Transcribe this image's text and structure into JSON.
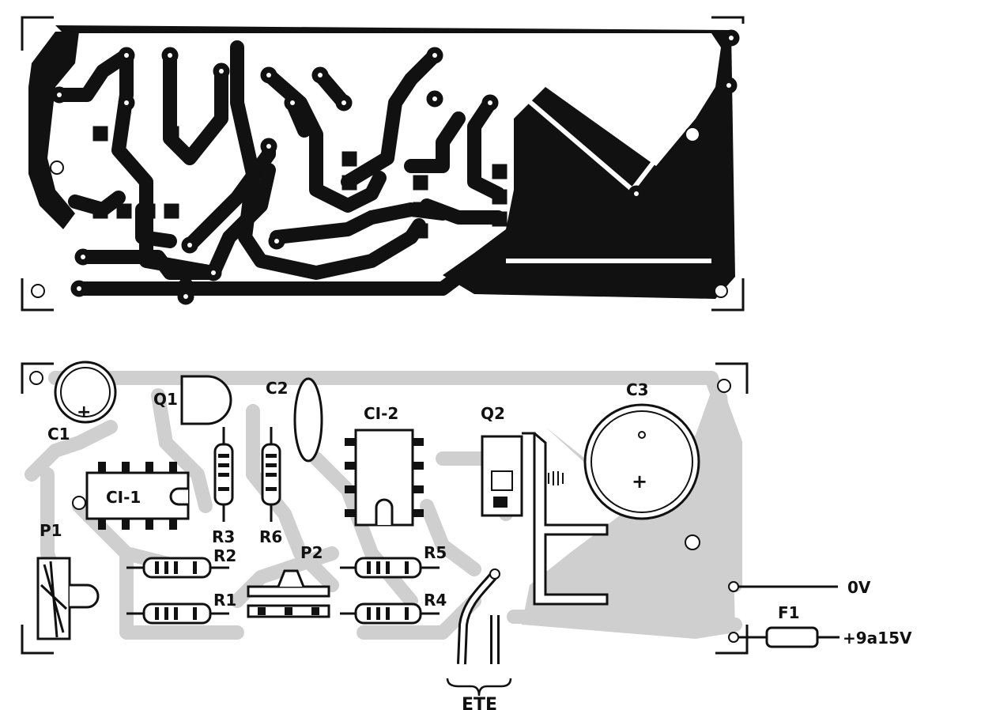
{
  "diagram": {
    "copper_view": {
      "trace_color": "#111111",
      "board_color": "#ffffff"
    },
    "component_view": {
      "trace_color": "#cfcfcf",
      "outline_color": "#111111",
      "components": {
        "c1": "C1",
        "q1": "Q1",
        "c2": "C2",
        "ci2": "CI-2",
        "q2": "Q2",
        "c3": "C3",
        "ci1": "CI-1",
        "r3": "R3",
        "r6": "R6",
        "p1": "P1",
        "r2": "R2",
        "p2": "P2",
        "r5": "R5",
        "r1": "R1",
        "r4": "R4",
        "f1": "F1"
      },
      "polarity_mark": "+",
      "connections": {
        "ground": "0V",
        "supply": "+9a15V",
        "sensor": "ETE"
      }
    }
  }
}
